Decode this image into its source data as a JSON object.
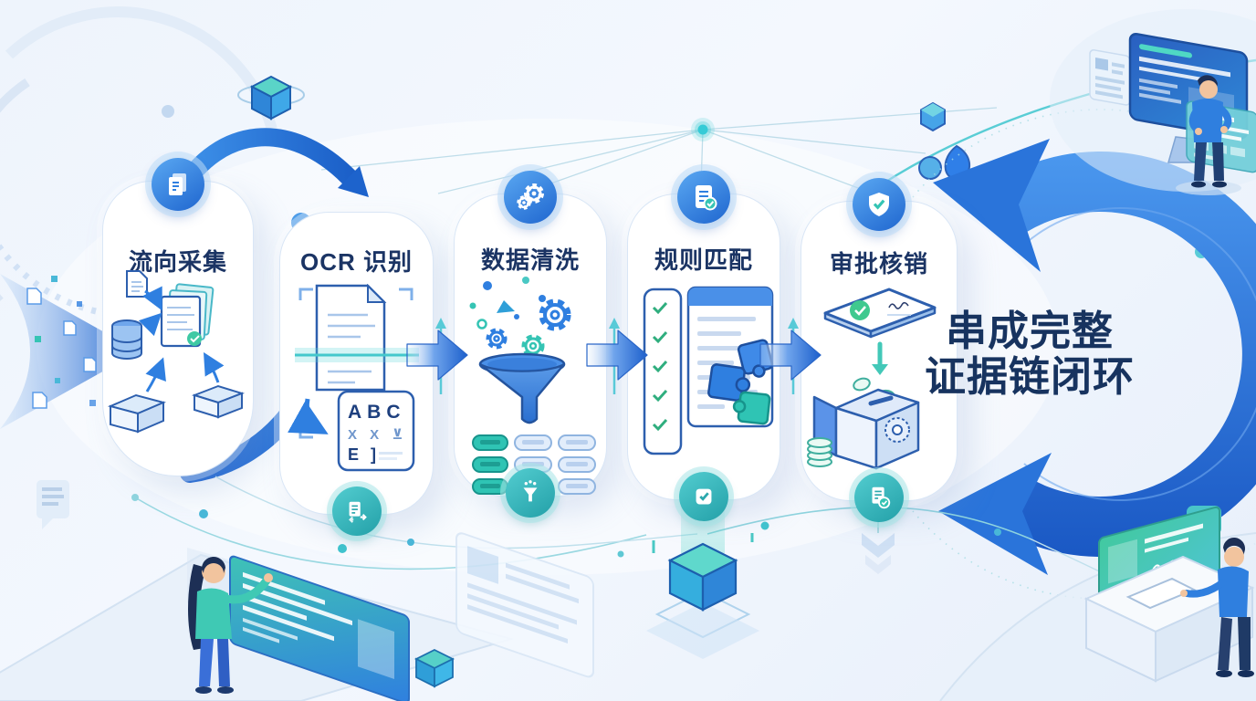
{
  "flow": {
    "steps": [
      {
        "title": "流向采集",
        "top_icon": "documents-icon"
      },
      {
        "title": "OCR 识别",
        "bottom_icon": "doc-convert-icon",
        "ocr_box_rows": [
          "ABC",
          "X X ⊻",
          "E ]"
        ]
      },
      {
        "title": "数据清洗",
        "top_icon": "gears-icon",
        "bottom_icon": "funnel-icon"
      },
      {
        "title": "规则匹配",
        "top_icon": "checklist-icon",
        "bottom_icon": "checkbox-icon"
      },
      {
        "title": "审批核销",
        "top_icon": "shield-check-icon",
        "bottom_icon": "doc-check-icon"
      }
    ],
    "loop_label_lines": [
      "串成完整",
      "证据链闭环"
    ]
  },
  "colors": {
    "background": "#eef4fb",
    "primary_blue": "#2f7fe0",
    "deep_blue": "#1b5fc4",
    "teal": "#35c4bf",
    "navy_text": "#17335f",
    "card_border": "#d9e6f6"
  }
}
